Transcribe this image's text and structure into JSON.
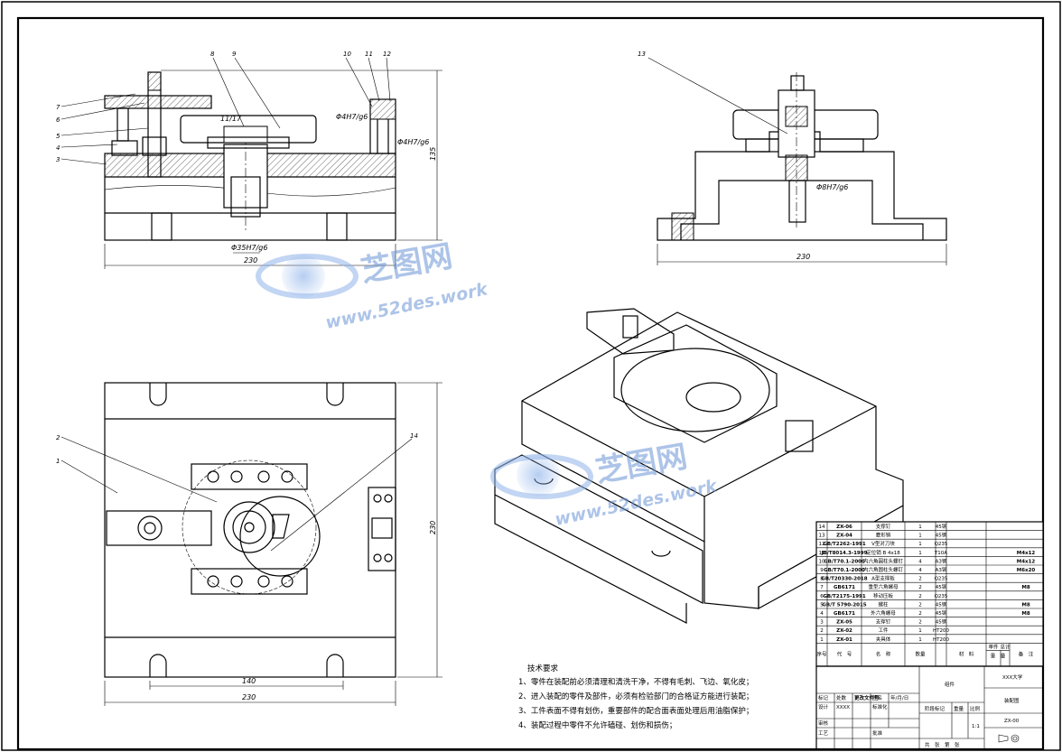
{
  "part_labels_front": [
    "7",
    "6",
    "5",
    "4",
    "3",
    "8",
    "9",
    "10",
    "11",
    "12"
  ],
  "part_labels_side": [
    "13"
  ],
  "part_labels_top": [
    "2",
    "1",
    "14"
  ],
  "dimensions": {
    "front_fit_1": "11/17",
    "front_fit_2": "Φ4H7/g6",
    "front_fit_3": "Φ4H7/g6",
    "front_bore": "Φ35H7/g6",
    "front_height": "135",
    "front_width": "230",
    "side_fit": "Φ8H7/g6",
    "side_width": "230",
    "top_height": "230",
    "top_inner_width": "140",
    "top_width": "230"
  },
  "watermark": {
    "brand": "芝图网",
    "url": "www.52des.work"
  },
  "technical_requirements": {
    "title": "技术要求",
    "items": [
      "1、零件在装配前必须清理和清洗干净，不得有毛刺、飞边、氧化皮；",
      "2、进入装配的零件及部件，必须有检验部门的合格证方能进行装配；",
      "3、工件表面不得有划伤，重要部件的配合面表面处理后用油脂保护；",
      "4、装配过程中零件不允许磕碰、划伤和损伤；"
    ]
  },
  "bom": {
    "rows": [
      {
        "no": "14",
        "code": "ZX-06",
        "name": "支撑钉",
        "qty": "1",
        "mat": "45钢",
        "note": ""
      },
      {
        "no": "13",
        "code": "ZX-04",
        "name": "菱形销",
        "qty": "1",
        "mat": "45钢",
        "note": ""
      },
      {
        "no": "12",
        "code": "GB/T2262-1991",
        "name": "V型对刀块",
        "qty": "1",
        "mat": "Q235",
        "note": ""
      },
      {
        "no": "11",
        "code": "JB/T8014.3-1999",
        "name": "定位销 B 4x18",
        "qty": "1",
        "mat": "T10A",
        "note": "M4x12"
      },
      {
        "no": "10",
        "code": "GB/T70.1-2000",
        "name": "内六角圆柱头螺钉",
        "qty": "4",
        "mat": "A3钢",
        "note": "M4x12"
      },
      {
        "no": "9",
        "code": "GB/T70.1-2000",
        "name": "内六角圆柱头螺钉",
        "qty": "4",
        "mat": "A3钢",
        "note": "M6x20"
      },
      {
        "no": "8",
        "code": "GB/T20330-2018",
        "name": "A型支撑板",
        "qty": "2",
        "mat": "Q235",
        "note": ""
      },
      {
        "no": "7",
        "code": "GB6171",
        "name": "重型六角螺母",
        "qty": "2",
        "mat": "45钢",
        "note": "M8"
      },
      {
        "no": "6",
        "code": "GB/T2175-1991",
        "name": "移动压板",
        "qty": "2",
        "mat": "Q235",
        "note": ""
      },
      {
        "no": "5",
        "code": "GB/T 5790-2015",
        "name": "螺柱",
        "qty": "2",
        "mat": "45钢",
        "note": "M8"
      },
      {
        "no": "4",
        "code": "GB6171",
        "name": "外六角螺母",
        "qty": "2",
        "mat": "45钢",
        "note": "M8"
      },
      {
        "no": "3",
        "code": "ZX-05",
        "name": "支撑钉",
        "qty": "2",
        "mat": "45钢",
        "note": ""
      },
      {
        "no": "2",
        "code": "ZX-02",
        "name": "工件",
        "qty": "1",
        "mat": "HT200",
        "note": ""
      },
      {
        "no": "1",
        "code": "ZX-01",
        "name": "夹具体",
        "qty": "1",
        "mat": "HT200",
        "note": ""
      }
    ],
    "header": {
      "no": "序号",
      "code": "代　号",
      "name": "名　称",
      "qty": "数量",
      "mat": "材　料",
      "single": "单件",
      "total": "总计",
      "weight": "重　量",
      "remark": "备　注"
    }
  },
  "title_block": {
    "school": "XXX大学",
    "subtitle": "装配图",
    "group": "组件",
    "drawing_no": "ZX-00",
    "scale": "1:1",
    "designer_label": "设计",
    "designer": "XXXX",
    "std_label": "标准化",
    "checker_label": "审核",
    "process_label": "工艺",
    "approve_label": "批准",
    "mark_label": "标记",
    "count_label": "处数",
    "zone_label": "分区",
    "doc_label": "更改文件号",
    "sign_label": "签名",
    "date_label": "年/月/日",
    "stage_label": "阶段标记",
    "weight_label": "重量",
    "scale_label": "比例",
    "sheets": "共　张　第　张"
  }
}
